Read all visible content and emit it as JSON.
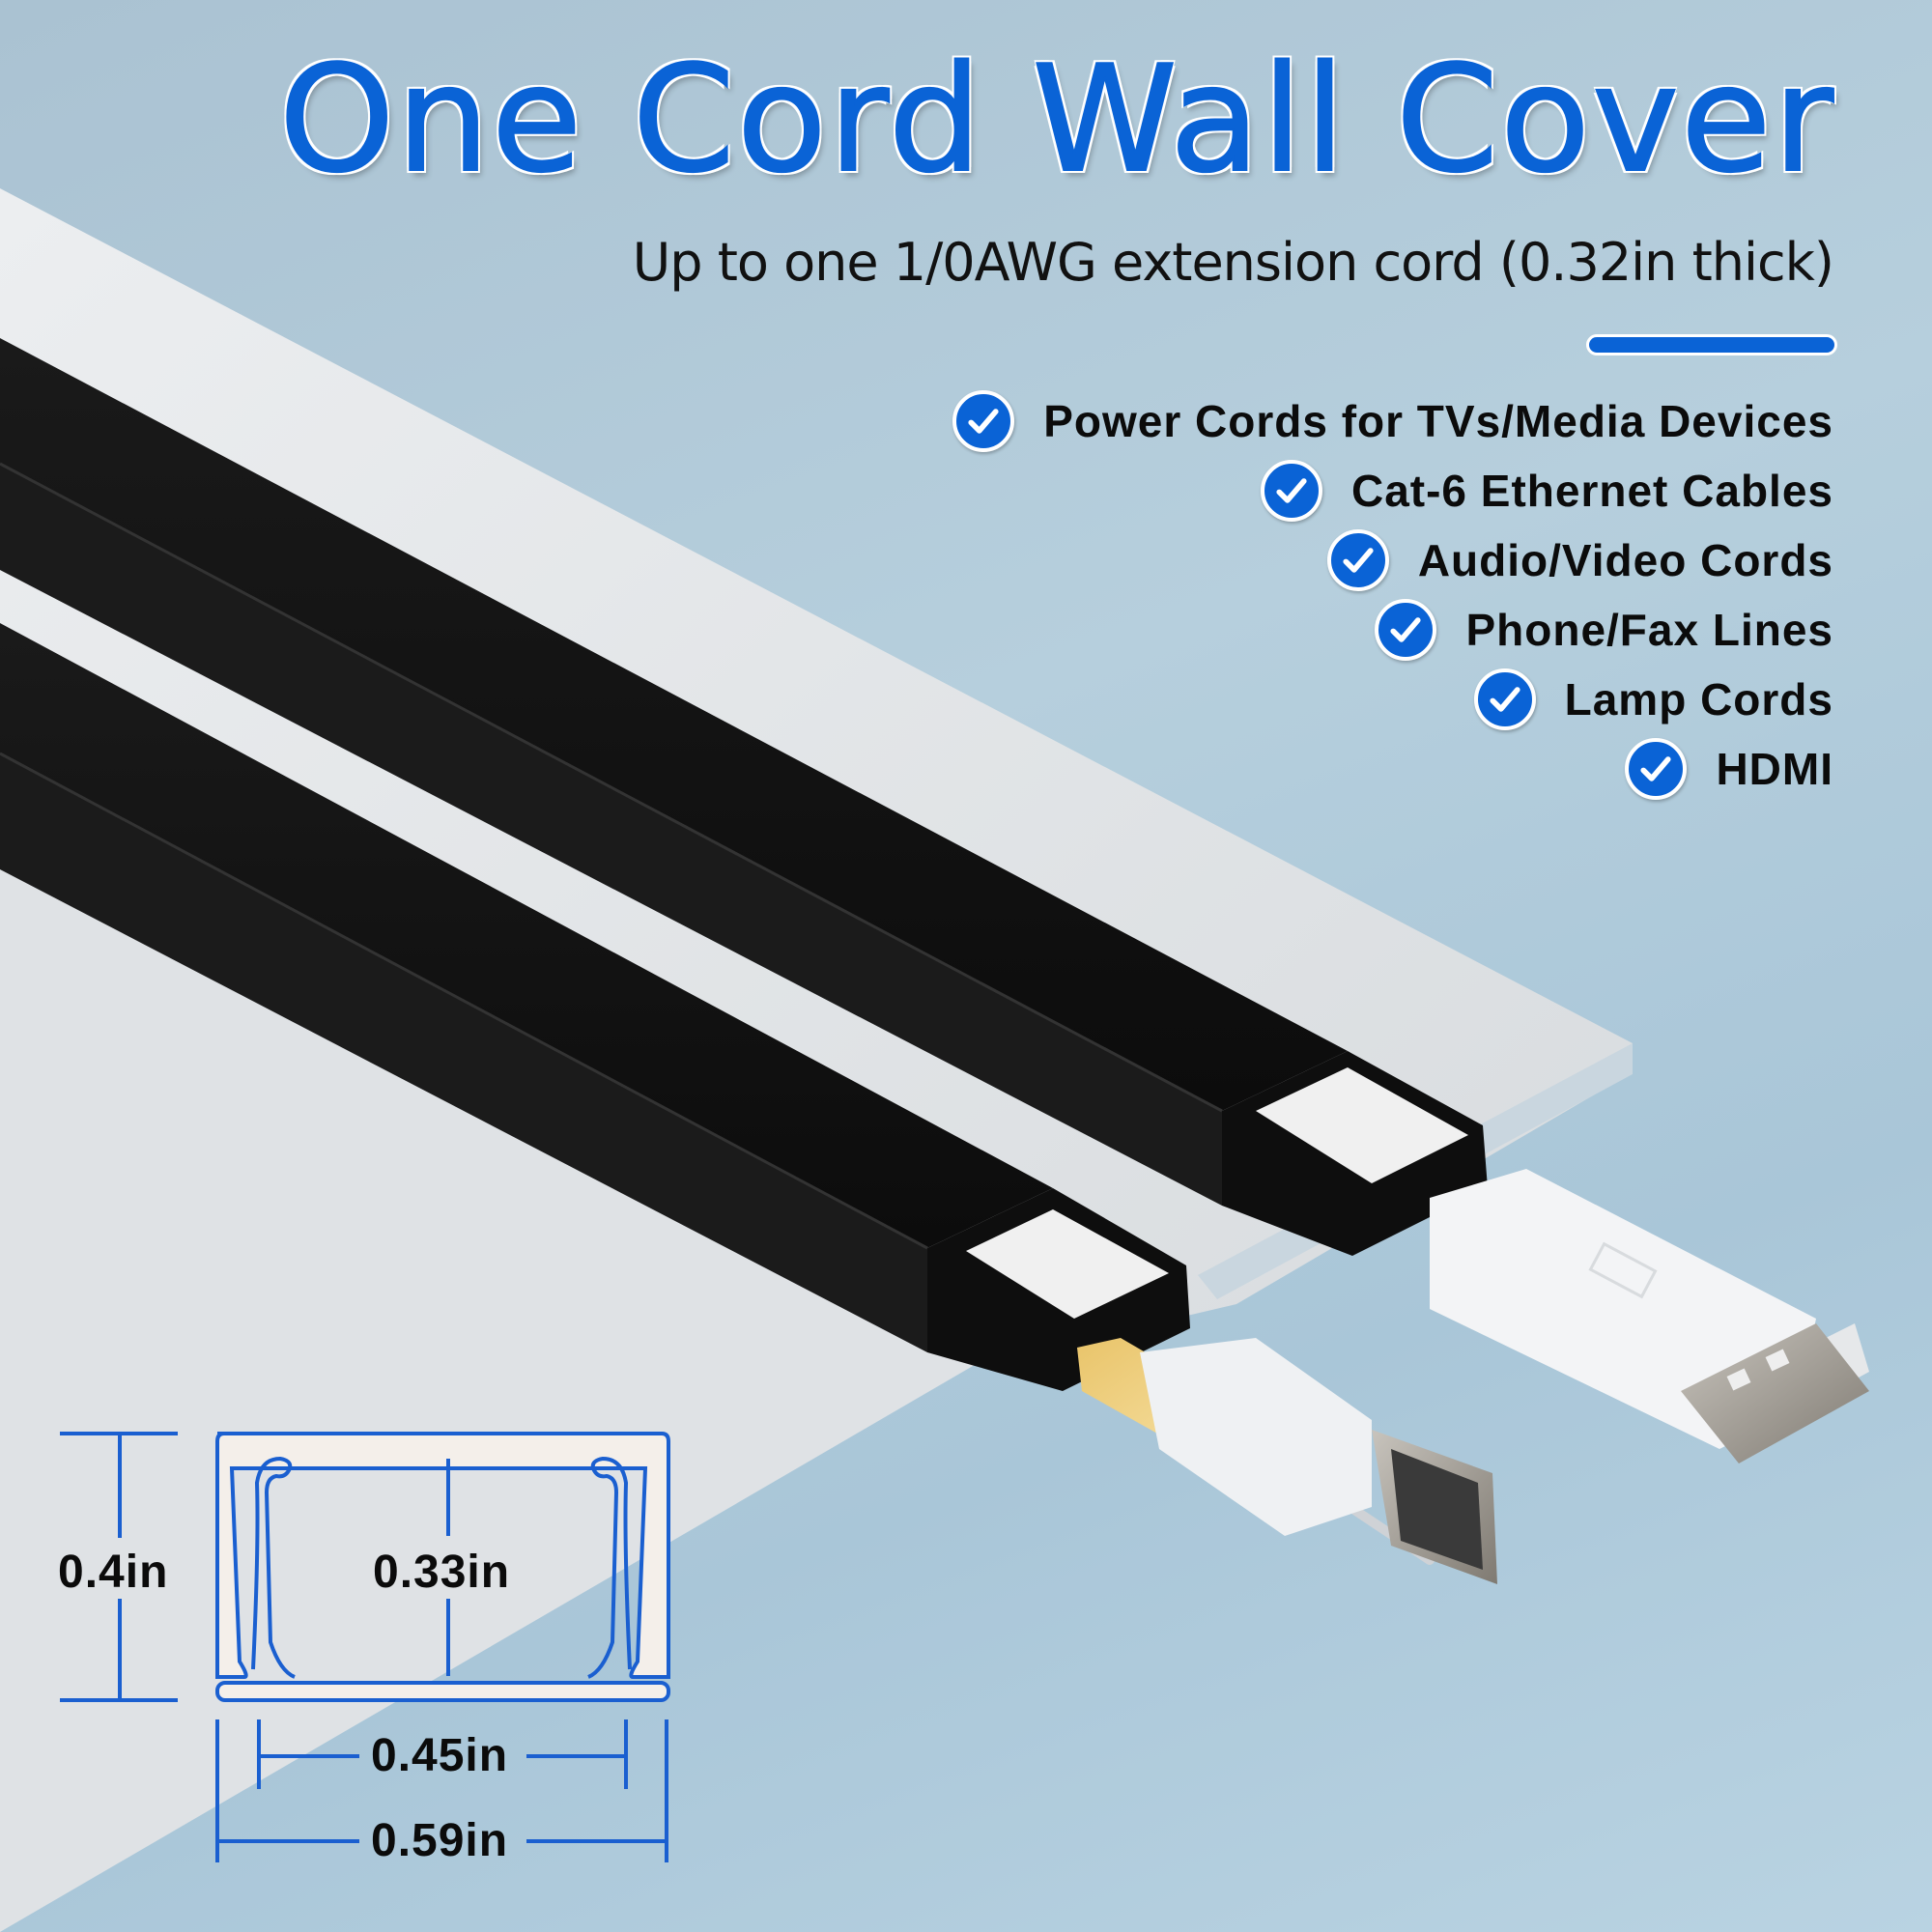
{
  "header": {
    "title": "One Cord Wall Cover",
    "subtitle": "Up to one 1/0AWG extension cord (0.32in thick)"
  },
  "features": [
    {
      "label": "Power Cords for TVs/Media Devices",
      "icon": "check-circle-icon"
    },
    {
      "label": "Cat-6 Ethernet Cables",
      "icon": "check-circle-icon"
    },
    {
      "label": "Audio/Video Cords",
      "icon": "check-circle-icon"
    },
    {
      "label": "Phone/Fax Lines",
      "icon": "check-circle-icon"
    },
    {
      "label": "Lamp Cords",
      "icon": "check-circle-icon"
    },
    {
      "label": "HDMI",
      "icon": "check-circle-icon"
    }
  ],
  "dimensions": {
    "outer_height": "0.4in",
    "inner_height": "0.33in",
    "inner_width": "0.45in",
    "outer_width": "0.59in"
  },
  "colors": {
    "accent_blue": "#0a63d6",
    "background": "#b3cddb",
    "raceway": "#111111",
    "wall": "#e4e6e8"
  }
}
